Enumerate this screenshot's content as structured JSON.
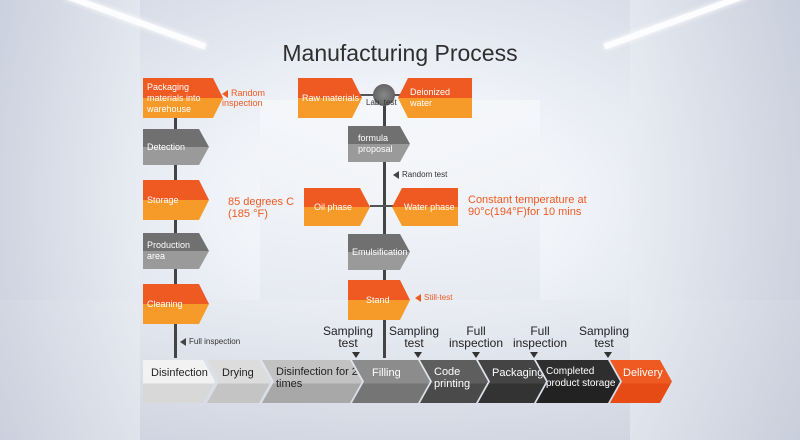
{
  "title": "Manufacturing Process",
  "left_column": {
    "packaging": "Packaging materials into warehouse",
    "detection": "Detection",
    "storage": "Storage",
    "production_area": "Production area",
    "cleaning": "Cleaning",
    "random_inspection": "Random inspection",
    "full_inspection": "Full inspection"
  },
  "center": {
    "raw_materials": "Raw materials",
    "lab_test": "Lab. test",
    "deionized_water": "Deionized water",
    "formula_proposal": "formula proposal",
    "random_test": "Random test",
    "oil_phase": "Oil phase",
    "water_phase": "Water phase",
    "emulsification": "Emulsification",
    "stand": "Stand",
    "still_test": "Still-test",
    "oil_temp": "85 degrees C (185 °F)",
    "water_temp": "Constant temperature at 90°c(194°F)for 10 mins"
  },
  "stages": [
    {
      "label": "Disinfection"
    },
    {
      "label": "Drying"
    },
    {
      "label": "Disinfection for 2 times"
    },
    {
      "label": "Filling"
    },
    {
      "label": "Code printing"
    },
    {
      "label": "Packaging"
    },
    {
      "label": "Completed product storage"
    },
    {
      "label": "Delivery"
    }
  ],
  "checks": [
    {
      "label": "Sampling test"
    },
    {
      "label": "Sampling test"
    },
    {
      "label": "Full inspection"
    },
    {
      "label": "Full inspection"
    },
    {
      "label": "Sampling test"
    }
  ],
  "colors": {
    "orange": "#ef5a22",
    "light_orange": "#f69a2a",
    "grey": "#707070",
    "dark": "#2b2b2b"
  }
}
